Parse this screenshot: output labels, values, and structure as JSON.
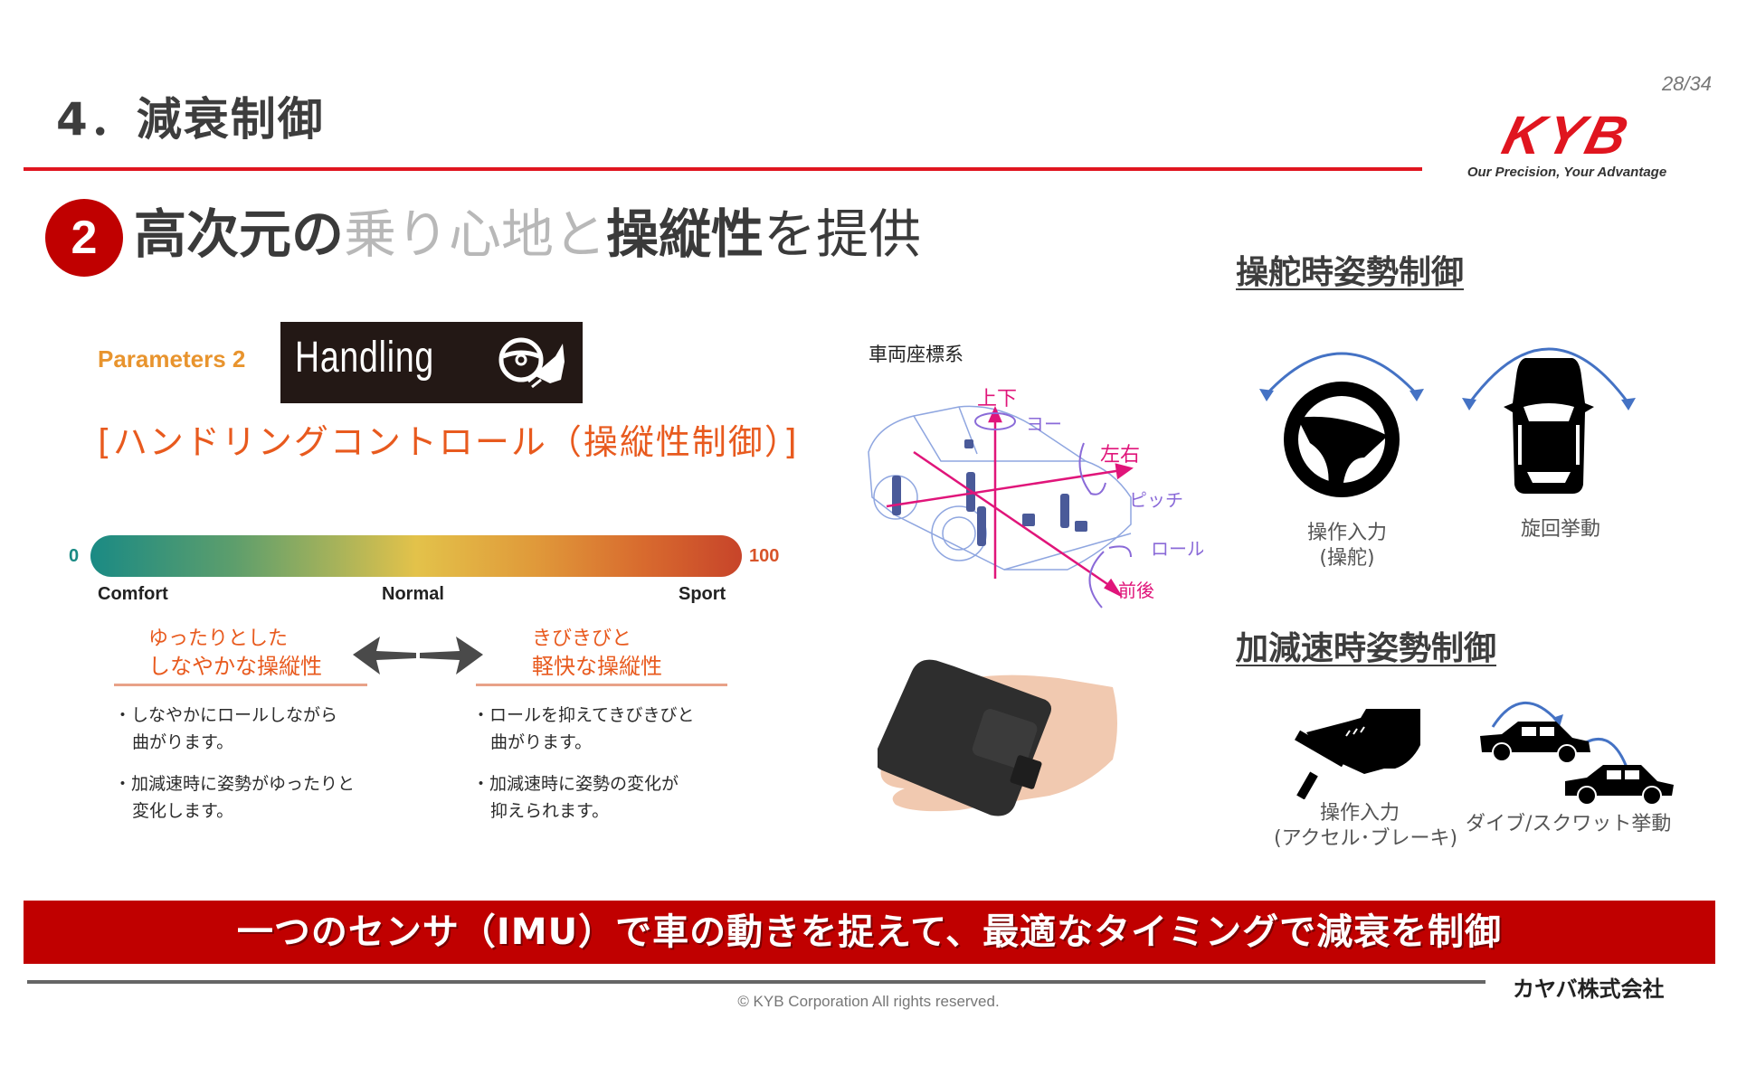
{
  "header": {
    "section_title": "4．減衰制御",
    "page_number": "28/34",
    "logo": {
      "brand": "KYB",
      "tagline": "Our Precision, Your Advantage"
    }
  },
  "subtitle": {
    "badge": "2",
    "parts": [
      "高次元の",
      "乗り心地と",
      "操縦性",
      "を提供"
    ]
  },
  "parameters": {
    "label": "Parameters 2",
    "mode_name": "Handling",
    "mode_icon": "steering-hand-icon",
    "heading": "[ハンドリングコントロール（操縦性制御）]"
  },
  "scale": {
    "min": "0",
    "max": "100",
    "labels": [
      "Comfort",
      "Normal",
      "Sport"
    ],
    "colors": [
      "#1a8a84",
      "#e3c24a",
      "#c7442a"
    ]
  },
  "comfort_side": {
    "head_line1": "ゆったりとした",
    "head_line2": "しなやかな操縦性",
    "bullets": [
      {
        "line1": "・しなやかにロールしながら",
        "line2": "曲がります。"
      },
      {
        "line1": "・加減速時に姿勢がゆったりと",
        "line2": "変化します。"
      }
    ]
  },
  "sport_side": {
    "head_line1": "きびきびと",
    "head_line2": "軽快な操縦性",
    "bullets": [
      {
        "line1": "・ロールを抑えてきびきびと",
        "line2": "曲がります。"
      },
      {
        "line1": "・加減速時に姿勢の変化が",
        "line2": "抑えられます。"
      }
    ]
  },
  "diagram": {
    "title": "車両座標系",
    "axes": {
      "vertical": "上下",
      "yaw": "ヨー",
      "lateral": "左右",
      "pitch": "ピッチ",
      "roll": "ロール",
      "longitudinal": "前後"
    }
  },
  "steering_control": {
    "title": "操舵時姿勢制御",
    "input_line1": "操作入力",
    "input_line2": "(操舵)",
    "behavior": "旋回挙動"
  },
  "accel_control": {
    "title": "加減速時姿勢制御",
    "input_line1": "操作入力",
    "input_line2": "(アクセル･ブレーキ)",
    "behavior": "ダイブ/スクワット挙動"
  },
  "banner": {
    "text": "一つのセンサ（IMU）で車の動きを捉えて、最適なタイミングで減衰を制御",
    "color": "#c00000"
  },
  "footer": {
    "company": "カヤバ株式会社",
    "copyright": "© KYB Corporation All rights reserved."
  },
  "colors": {
    "accent_red": "#e0151f",
    "orange": "#e85a1e",
    "arc_blue": "#4472c4",
    "axis_magenta": "#e0157a"
  }
}
